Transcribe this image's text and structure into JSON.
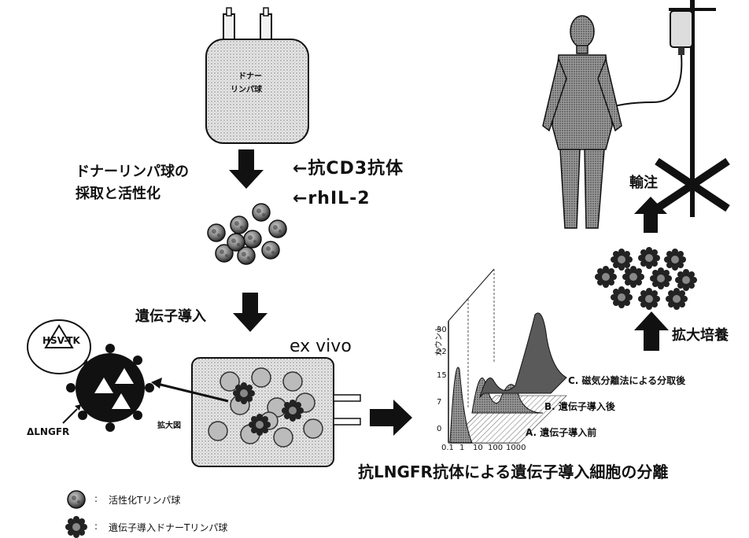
{
  "bag": {
    "label_line1": "ドナー",
    "label_line2": "リンパ球"
  },
  "step1": {
    "line1": "ドナーリンパ球の",
    "line2": "採取と活性化"
  },
  "reagents": {
    "anti_cd3": "←抗CD3抗体",
    "il2": "←rhIL-2"
  },
  "step2": {
    "label": "遺伝子導入"
  },
  "ex_vivo": {
    "label": "ex vivo"
  },
  "enlarged": {
    "label": "拡大図",
    "hsv_tk": "HSV-TK",
    "lngfr": "ΔLNGFR"
  },
  "chart": {
    "ylabel": "カウント",
    "yticks": [
      "30",
      "22",
      "15",
      "7",
      "0"
    ],
    "xticks": [
      "0.1",
      "1",
      "10",
      "100",
      "1000"
    ],
    "curve_a": "A. 遺伝子導入前",
    "curve_b": "B. 遺伝子導入後",
    "curve_c": "C. 磁気分離法による分取後",
    "caption": "抗LNGFR抗体による遺伝子導入細胞の分離"
  },
  "step3": {
    "label": "拡大培養"
  },
  "step4": {
    "label": "輸注"
  },
  "legend": {
    "activated": "活性化Tリンパ球",
    "transduced": "遺伝子導入ドナーTリンパ球",
    "separator": ":"
  }
}
